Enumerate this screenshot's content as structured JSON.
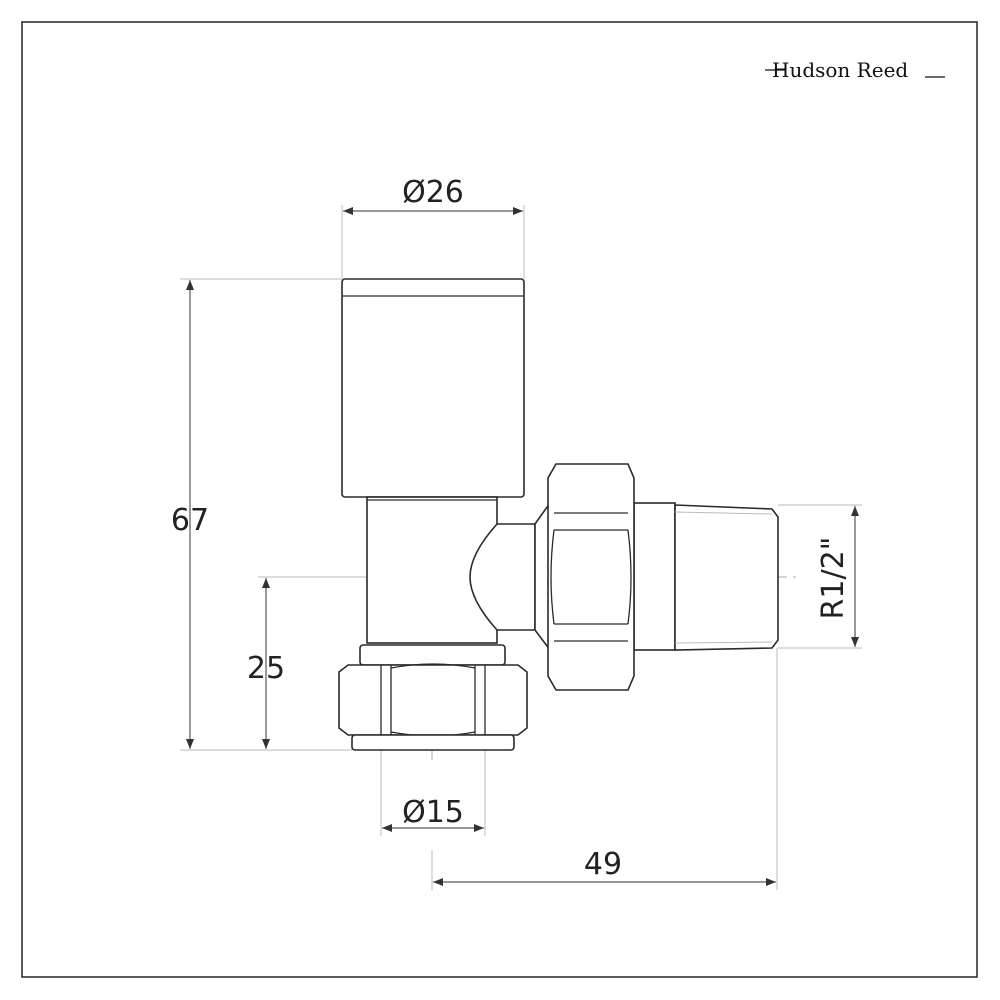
{
  "brand": {
    "logo_text": "Hudson Reed"
  },
  "dimensions": {
    "head_diameter": "Ø26",
    "height": "67",
    "centre_height": "25",
    "pipe_diameter": "Ø15",
    "projection": "49",
    "thread": "R1/2\""
  }
}
